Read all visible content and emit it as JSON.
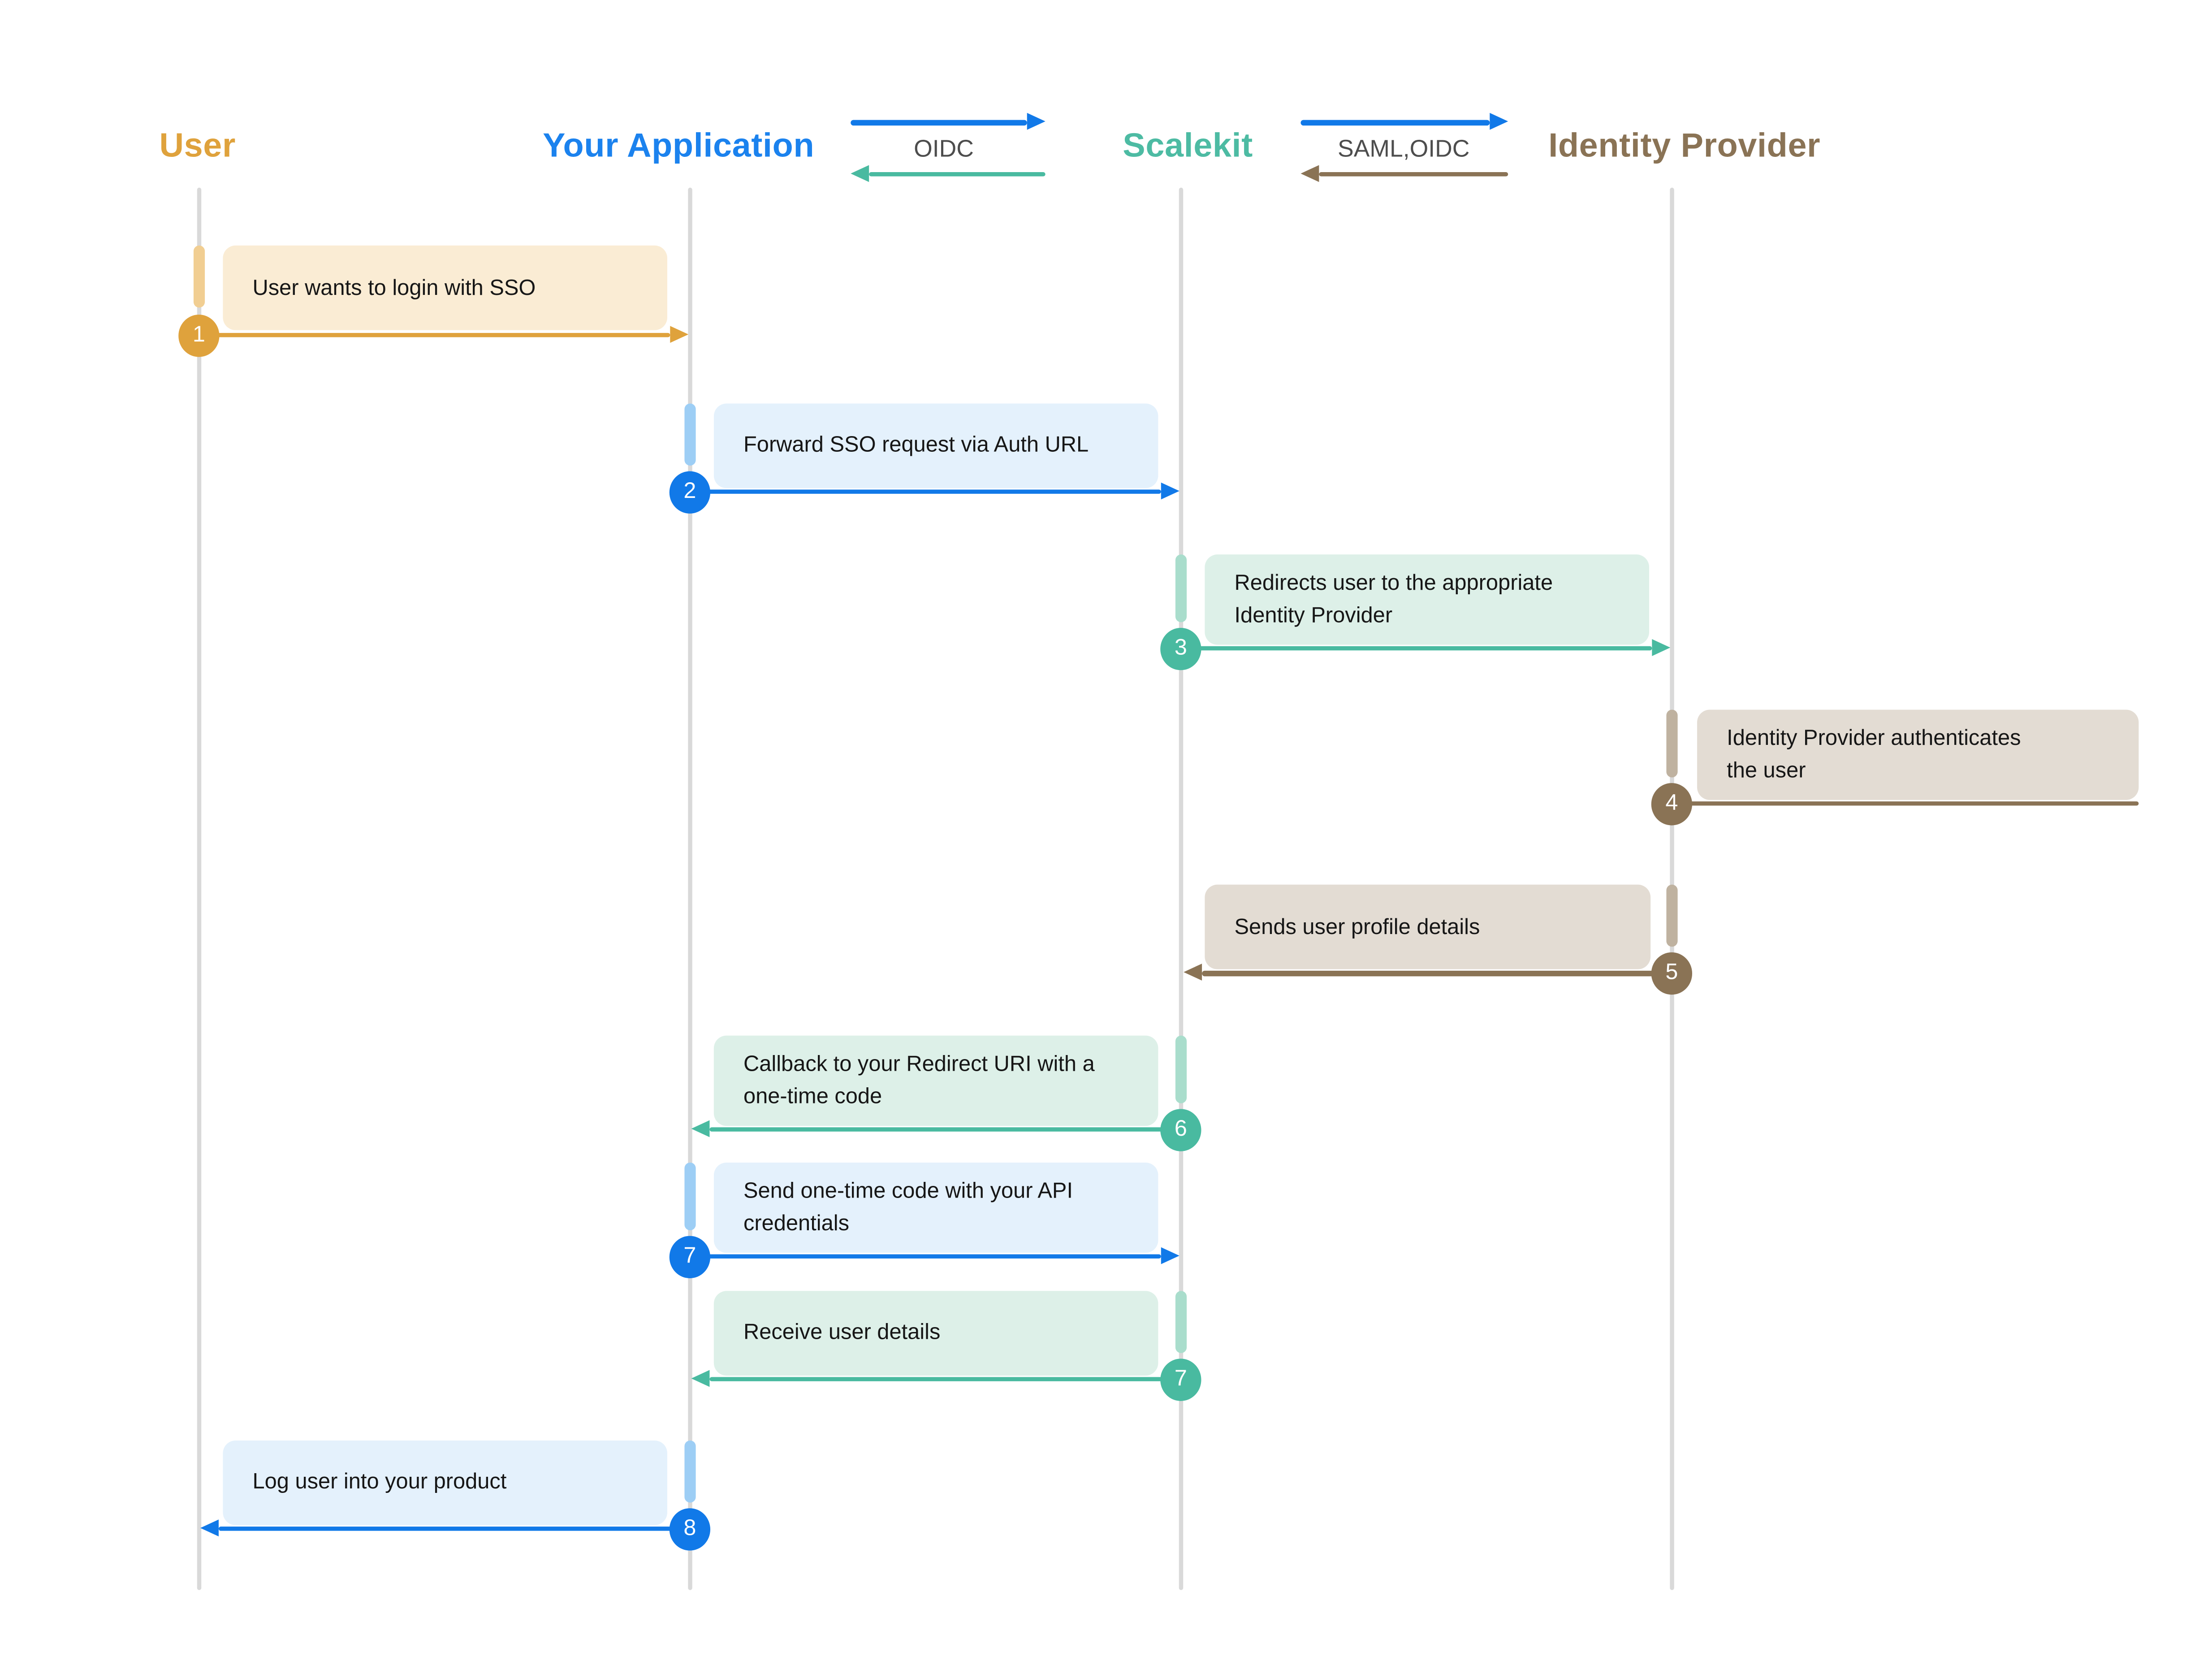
{
  "colors": {
    "amber": "#DFA23C",
    "amber-bar": "#F1CE92",
    "amber-box": "#FAECD4",
    "amber-label": "#DFA23C",
    "blue": "#1179E8",
    "blue-bar": "#9DCEF5",
    "blue-box": "#E4F1FC",
    "blue-label": "#1B82EE",
    "teal": "#49BAA0",
    "teal-bar": "#A9DDCC",
    "teal-box": "#DDF0E8",
    "teal-label": "#4DBBA3",
    "brown": "#8A7355",
    "brown-bar": "#BFB2A0",
    "brown-box": "#E3DCD3",
    "brown-label": "#8A7355",
    "lifeline": "#D9D9D9",
    "proto-text": "#4D4D4D",
    "msg-text": "#161616"
  },
  "actors": [
    {
      "label": "User",
      "color": "#DFA23C"
    },
    {
      "label": "Your Application",
      "color": "#1B82EE"
    },
    {
      "label": "Scalekit",
      "color": "#4DBBA3"
    },
    {
      "label": "Identity Provider",
      "color": "#8A7355"
    }
  ],
  "protocols": [
    {
      "label": "OIDC",
      "between": "Your Application ↔ Scalekit",
      "forward_color": "#1179E8",
      "back_color": "#49BAA0"
    },
    {
      "label": "SAML,OIDC",
      "between": "Scalekit ↔ Identity Provider",
      "forward_color": "#1179E8",
      "back_color": "#8A7355"
    }
  ],
  "messages": [
    {
      "num": "1",
      "lines": [
        "User wants to login with SSO"
      ],
      "from": "User",
      "to": "Your Application",
      "direction": "right",
      "theme": "amber"
    },
    {
      "num": "2",
      "lines": [
        "Forward SSO request via Auth URL"
      ],
      "from": "Your Application",
      "to": "Scalekit",
      "direction": "right",
      "theme": "blue"
    },
    {
      "num": "3",
      "lines": [
        "Redirects user to the appropriate",
        "Identity Provider"
      ],
      "from": "Scalekit",
      "to": "Identity Provider",
      "direction": "right",
      "theme": "teal"
    },
    {
      "num": "4",
      "lines": [
        "Identity Provider authenticates",
        "the user"
      ],
      "from": "Identity Provider",
      "to": "Identity Provider",
      "direction": "self",
      "theme": "brown"
    },
    {
      "num": "5",
      "lines": [
        "Sends user profile details"
      ],
      "from": "Identity Provider",
      "to": "Scalekit",
      "direction": "left",
      "theme": "brown"
    },
    {
      "num": "6",
      "lines": [
        "Callback to your Redirect URI with a",
        "one-time code"
      ],
      "from": "Scalekit",
      "to": "Your Application",
      "direction": "left",
      "theme": "teal"
    },
    {
      "num": "7",
      "lines": [
        "Send one-time code with your API",
        "credentials"
      ],
      "from": "Your Application",
      "to": "Scalekit",
      "direction": "right",
      "theme": "blue"
    },
    {
      "num": "7",
      "lines": [
        "Receive user details"
      ],
      "from": "Scalekit",
      "to": "Your Application",
      "direction": "left",
      "theme": "teal"
    },
    {
      "num": "8",
      "lines": [
        "Log user into your product"
      ],
      "from": "Your Application",
      "to": "User",
      "direction": "left",
      "theme": "blue"
    }
  ]
}
